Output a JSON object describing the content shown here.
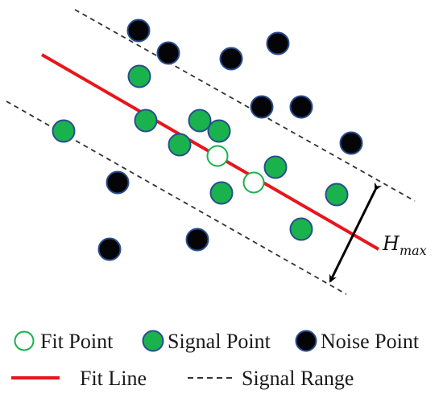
{
  "colors": {
    "fit_line": "#e8151b",
    "signal_fill": "#1ab24d",
    "signal_stroke": "#2a4d8f",
    "noise_fill": "#050508",
    "noise_stroke": "#2a4d8f",
    "fit_point_stroke": "#1ab24d",
    "range_line": "#333333",
    "arrow": "#000000"
  },
  "annotation": {
    "symbol": "H",
    "subscript": "max"
  },
  "legend": {
    "row1": [
      {
        "marker": "fit-point",
        "label": "Fit Point"
      },
      {
        "marker": "signal-point",
        "label": "Signal Point"
      },
      {
        "marker": "noise-point",
        "label": "Noise Point"
      }
    ],
    "row2": [
      {
        "marker": "fit-line",
        "label": "Fit Line"
      },
      {
        "marker": "signal-range",
        "label": "Signal Range"
      }
    ]
  }
}
